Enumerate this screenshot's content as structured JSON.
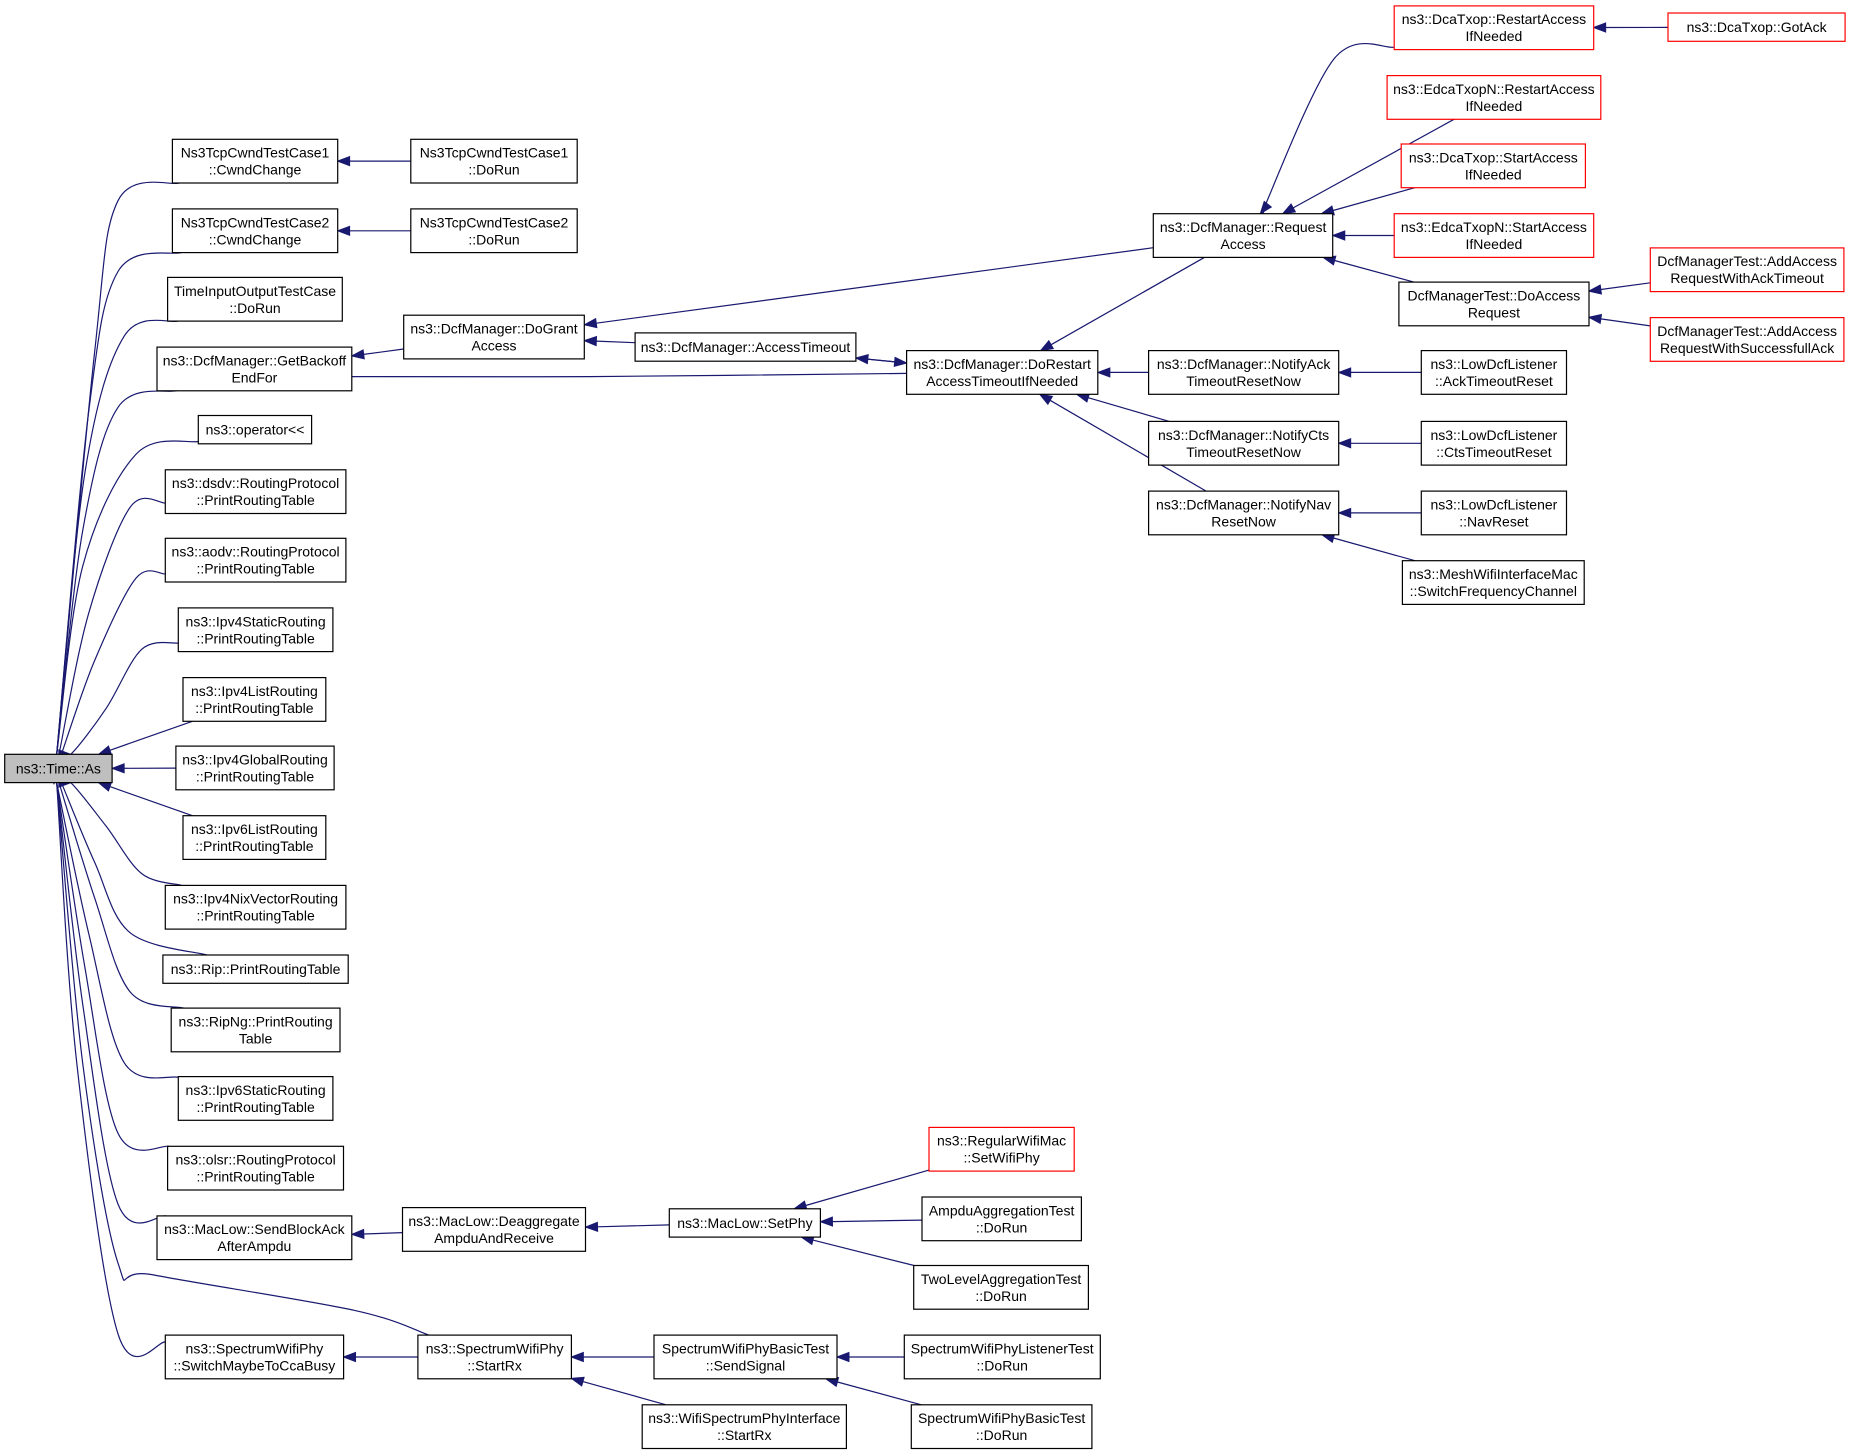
{
  "nodes": [
    {
      "id": "root",
      "lines": [
        "ns3::Time::As"
      ],
      "style": "root"
    },
    {
      "id": "tcp1cw",
      "lines": [
        "Ns3TcpCwndTestCase1",
        "::CwndChange"
      ]
    },
    {
      "id": "tcp1run",
      "lines": [
        "Ns3TcpCwndTestCase1",
        "::DoRun"
      ]
    },
    {
      "id": "tcp2cw",
      "lines": [
        "Ns3TcpCwndTestCase2",
        "::CwndChange"
      ]
    },
    {
      "id": "tcp2run",
      "lines": [
        "Ns3TcpCwndTestCase2",
        "::DoRun"
      ]
    },
    {
      "id": "timeio",
      "lines": [
        "TimeInputOutputTestCase",
        "::DoRun"
      ]
    },
    {
      "id": "getbackoff",
      "lines": [
        "ns3::DcfManager::GetBackoff",
        "EndFor"
      ]
    },
    {
      "id": "dogrant",
      "lines": [
        "ns3::DcfManager::DoGrant",
        "Access"
      ]
    },
    {
      "id": "acctimeout",
      "lines": [
        "ns3::DcfManager::AccessTimeout"
      ]
    },
    {
      "id": "dorestart",
      "lines": [
        "ns3::DcfManager::DoRestart",
        "AccessTimeoutIfNeeded"
      ]
    },
    {
      "id": "reqaccess",
      "lines": [
        "ns3::DcfManager::Request",
        "Access"
      ]
    },
    {
      "id": "dcarestart",
      "lines": [
        "ns3::DcaTxop::RestartAccess",
        "IfNeeded"
      ],
      "style": "red"
    },
    {
      "id": "gotack",
      "lines": [
        "ns3::DcaTxop::GotAck"
      ],
      "style": "red"
    },
    {
      "id": "edcarestart",
      "lines": [
        "ns3::EdcaTxopN::RestartAccess",
        "IfNeeded"
      ],
      "style": "red"
    },
    {
      "id": "dcastart",
      "lines": [
        "ns3::DcaTxop::StartAccess",
        "IfNeeded"
      ],
      "style": "red"
    },
    {
      "id": "edcastart",
      "lines": [
        "ns3::EdcaTxopN::StartAccess",
        "IfNeeded"
      ],
      "style": "red"
    },
    {
      "id": "doaccreq",
      "lines": [
        "DcfManagerTest::DoAccess",
        "Request"
      ]
    },
    {
      "id": "addtimeout",
      "lines": [
        "DcfManagerTest::AddAccess",
        "RequestWithAckTimeout"
      ],
      "style": "red"
    },
    {
      "id": "addsuccess",
      "lines": [
        "DcfManagerTest::AddAccess",
        "RequestWithSuccessfullAck"
      ],
      "style": "red"
    },
    {
      "id": "notifyack",
      "lines": [
        "ns3::DcfManager::NotifyAck",
        "TimeoutResetNow"
      ]
    },
    {
      "id": "ackreset",
      "lines": [
        "ns3::LowDcfListener",
        "::AckTimeoutReset"
      ]
    },
    {
      "id": "notifycts",
      "lines": [
        "ns3::DcfManager::NotifyCts",
        "TimeoutResetNow"
      ]
    },
    {
      "id": "ctsreset",
      "lines": [
        "ns3::LowDcfListener",
        "::CtsTimeoutReset"
      ]
    },
    {
      "id": "notifynav",
      "lines": [
        "ns3::DcfManager::NotifyNav",
        "ResetNow"
      ]
    },
    {
      "id": "navreset",
      "lines": [
        "ns3::LowDcfListener",
        "::NavReset"
      ]
    },
    {
      "id": "meshswitch",
      "lines": [
        "ns3::MeshWifiInterfaceMac",
        "::SwitchFrequencyChannel"
      ]
    },
    {
      "id": "opout",
      "lines": [
        "ns3::operator<<"
      ]
    },
    {
      "id": "dsdv",
      "lines": [
        "ns3::dsdv::RoutingProtocol",
        "::PrintRoutingTable"
      ]
    },
    {
      "id": "aodv",
      "lines": [
        "ns3::aodv::RoutingProtocol",
        "::PrintRoutingTable"
      ]
    },
    {
      "id": "ipv4static",
      "lines": [
        "ns3::Ipv4StaticRouting",
        "::PrintRoutingTable"
      ]
    },
    {
      "id": "ipv4list",
      "lines": [
        "ns3::Ipv4ListRouting",
        "::PrintRoutingTable"
      ]
    },
    {
      "id": "ipv4global",
      "lines": [
        "ns3::Ipv4GlobalRouting",
        "::PrintRoutingTable"
      ]
    },
    {
      "id": "ipv6list",
      "lines": [
        "ns3::Ipv6ListRouting",
        "::PrintRoutingTable"
      ]
    },
    {
      "id": "ipv4nix",
      "lines": [
        "ns3::Ipv4NixVectorRouting",
        "::PrintRoutingTable"
      ]
    },
    {
      "id": "rip",
      "lines": [
        "ns3::Rip::PrintRoutingTable"
      ]
    },
    {
      "id": "ripng",
      "lines": [
        "ns3::RipNg::PrintRouting",
        "Table"
      ]
    },
    {
      "id": "ipv6static",
      "lines": [
        "ns3::Ipv6StaticRouting",
        "::PrintRoutingTable"
      ]
    },
    {
      "id": "olsr",
      "lines": [
        "ns3::olsr::RoutingProtocol",
        "::PrintRoutingTable"
      ]
    },
    {
      "id": "sendblockack",
      "lines": [
        "ns3::MacLow::SendBlockAck",
        "AfterAmpdu"
      ]
    },
    {
      "id": "deaggregate",
      "lines": [
        "ns3::MacLow::Deaggregate",
        "AmpduAndReceive"
      ]
    },
    {
      "id": "setphy",
      "lines": [
        "ns3::MacLow::SetPhy"
      ]
    },
    {
      "id": "regsetphy",
      "lines": [
        "ns3::RegularWifiMac",
        "::SetWifiPhy"
      ],
      "style": "red"
    },
    {
      "id": "ampdutest",
      "lines": [
        "AmpduAggregationTest",
        "::DoRun"
      ]
    },
    {
      "id": "twoleveltest",
      "lines": [
        "TwoLevelAggregationTest",
        "::DoRun"
      ]
    },
    {
      "id": "switchcca",
      "lines": [
        "ns3::SpectrumWifiPhy",
        "::SwitchMaybeToCcaBusy"
      ]
    },
    {
      "id": "startrx",
      "lines": [
        "ns3::SpectrumWifiPhy",
        "::StartRx"
      ]
    },
    {
      "id": "sendsignal",
      "lines": [
        "SpectrumWifiPhyBasicTest",
        "::SendSignal"
      ]
    },
    {
      "id": "listenertest",
      "lines": [
        "SpectrumWifiPhyListenerTest",
        "::DoRun"
      ]
    },
    {
      "id": "basictest",
      "lines": [
        "SpectrumWifiPhyBasicTest",
        "::DoRun"
      ]
    },
    {
      "id": "ifacestartrx",
      "lines": [
        "ns3::WifiSpectrumPhyInterface",
        "::StartRx"
      ]
    }
  ]
}
